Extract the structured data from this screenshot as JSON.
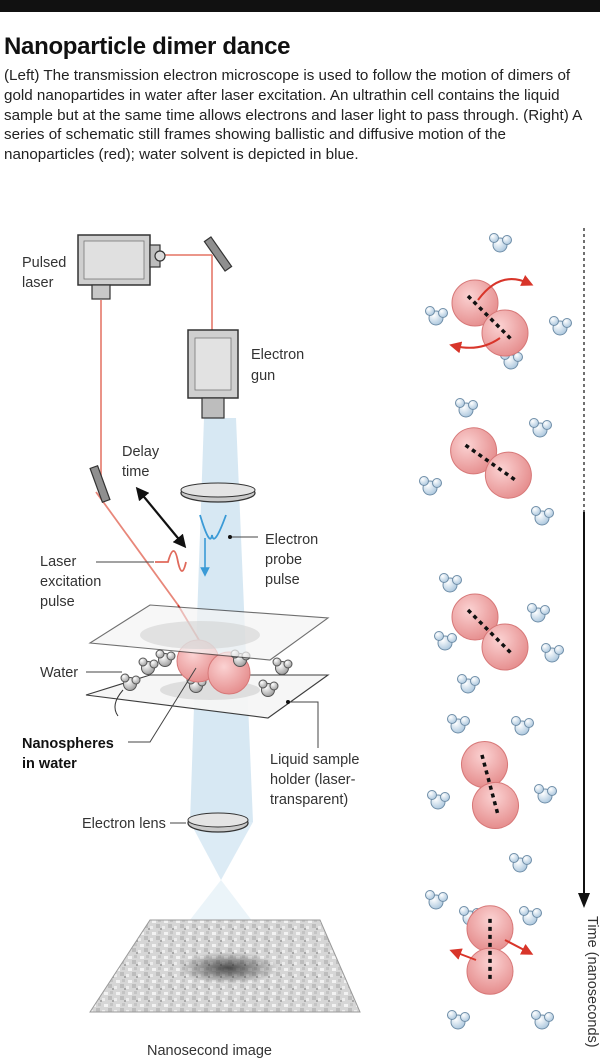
{
  "figure": {
    "title": "Nanoparticle dimer dance",
    "caption": "(Left) The transmission electron microscope is used to follow the motion of dimers of gold nanopartides in water after laser excitation. An ultrathin cell contains the liquid sample but at the same time allows electrons and laser light to pass through. (Right) A series of schematic still frames showing ballistic and diffusive motion of the nanoparticles (red); water solvent is depicted in blue."
  },
  "labels": {
    "pulsed_laser": [
      "Pulsed",
      "laser"
    ],
    "electron_gun": [
      "Electron",
      "gun"
    ],
    "delay_time": [
      "Delay",
      "time"
    ],
    "electron_probe_pulse": [
      "Electron",
      "probe",
      "pulse"
    ],
    "laser_excitation_pulse": [
      "Laser",
      "excitation",
      "pulse"
    ],
    "water": "Water",
    "nanospheres_in_water": [
      "Nanospheres",
      "in water"
    ],
    "liquid_sample_holder": [
      "Liquid sample",
      "holder (laser-",
      "transparent)"
    ],
    "electron_lens": "Electron lens",
    "nanosecond_image": "Nanosecond image",
    "time_axis": "Time (nanoseconds)"
  },
  "colors": {
    "laser_beam": "#e8877a",
    "electron_beam": "#d3e6f2",
    "nanoparticle": "#f2a3a3",
    "water_molecule": "#c4d9ea",
    "motion_arrow": "#d8352a",
    "probe_pulse": "#3a9ad6"
  },
  "frames": [
    {
      "rotation_arrows": true
    },
    {
      "rotation_arrows": false
    },
    {
      "rotation_arrows": false
    },
    {
      "rotation_arrows": false
    },
    {
      "rotation_arrows": true
    }
  ]
}
